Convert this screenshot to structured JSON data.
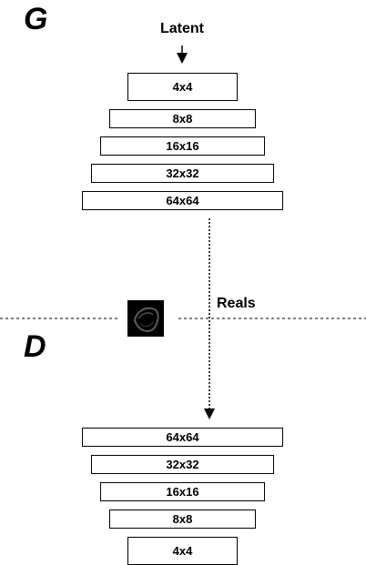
{
  "generator": {
    "letter": "G",
    "input_label": "Latent",
    "blocks": [
      "4x4",
      "8x8",
      "16x16",
      "32x32",
      "64x64"
    ]
  },
  "discriminator": {
    "letter": "D",
    "blocks": [
      "64x64",
      "32x32",
      "16x16",
      "8x8",
      "4x4"
    ]
  },
  "reals_label": "Reals",
  "colors": {
    "stroke": "#000000",
    "background": "#ffffff"
  }
}
